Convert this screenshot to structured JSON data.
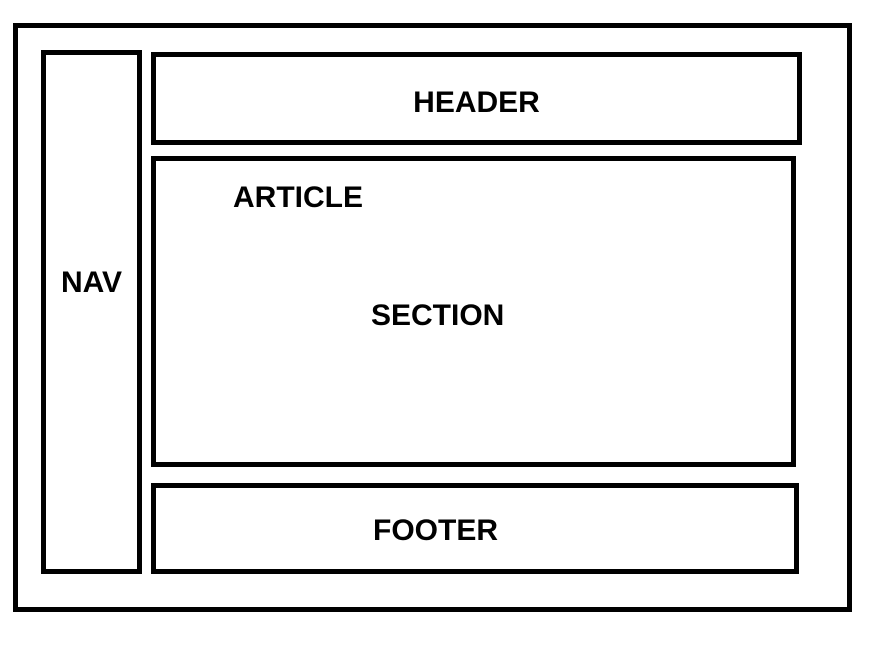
{
  "diagram": {
    "nav": {
      "label": "NAV"
    },
    "header": {
      "label": "HEADER"
    },
    "article": {
      "label": "ARTICLE"
    },
    "section": {
      "label": "SECTION"
    },
    "footer": {
      "label": "FOOTER"
    }
  },
  "colors": {
    "stroke": "#000000",
    "background": "#ffffff"
  }
}
